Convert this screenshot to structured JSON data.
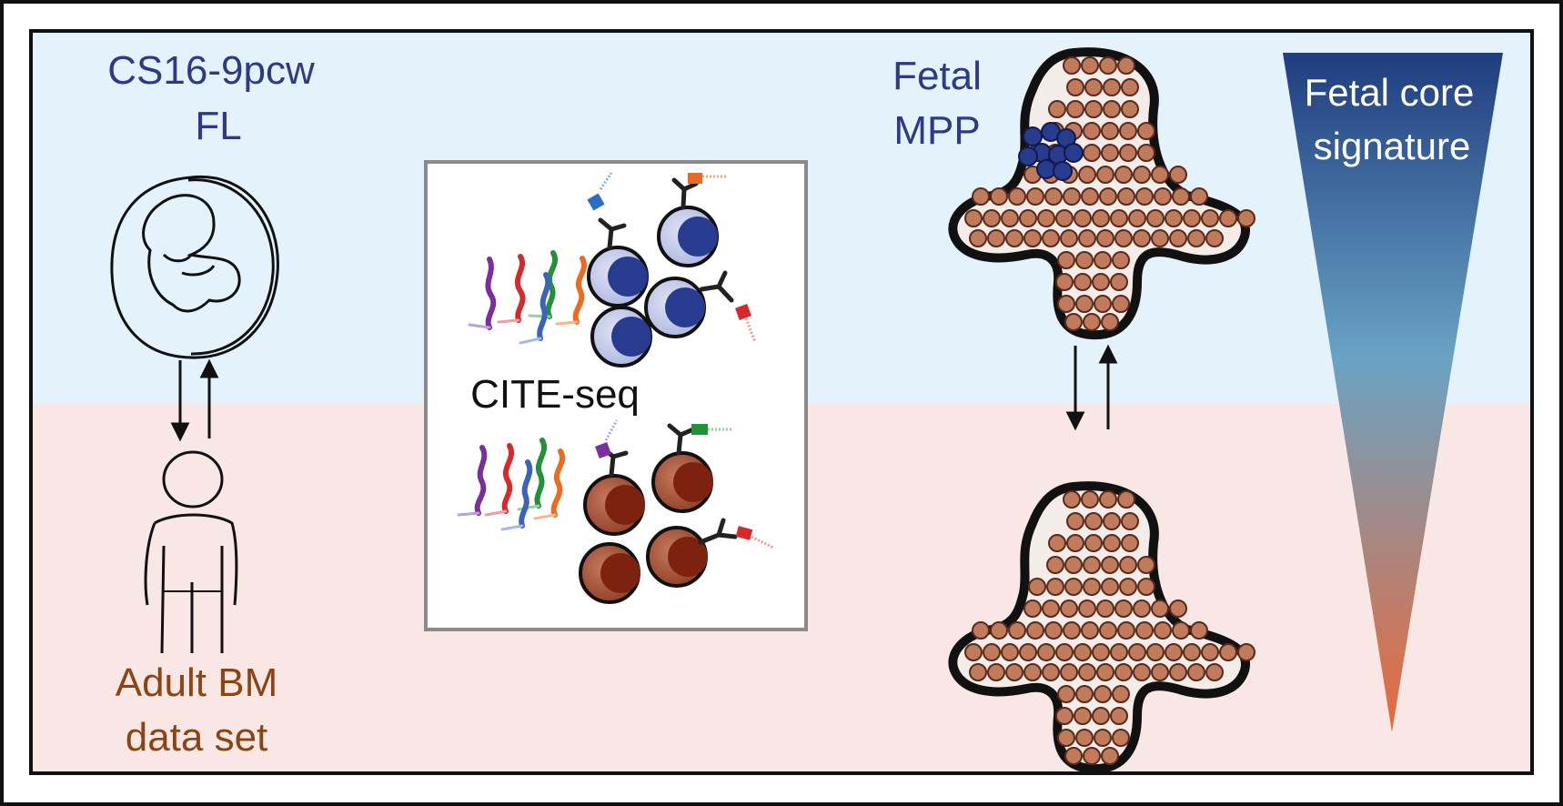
{
  "labels": {
    "fetal_source_line1": "CS16-9pcw",
    "fetal_source_line2": "FL",
    "adult_source_line1": "Adult BM",
    "adult_source_line2": "data set",
    "method": "CITE-seq",
    "fetal_mpp_line1": "Fetal",
    "fetal_mpp_line2": "MPP",
    "signature_line1": "Fetal core",
    "signature_line2": "signature"
  },
  "colors": {
    "fetal_band": "#e3f2fb",
    "adult_band": "#f9e7e6",
    "fetal_text": "#2e3a86",
    "adult_text": "#8b4513",
    "fetal_cell": "#283c8f",
    "fetal_cell_outer": "#b8bfe3",
    "adult_cell": "#8c2b12",
    "adult_cell_outer": "#a0533c",
    "bone_marrow_cell": "#c07a5c",
    "gradient_top": "#1f3d80",
    "gradient_mid": "#6aa3c4",
    "gradient_bottom": "#e9693b"
  },
  "icons": [
    "fetus-icon",
    "adult-person-icon",
    "arrow-down-icon",
    "arrow-up-icon",
    "antibody-icon",
    "rna-strand-icon",
    "bone-marrow-niche-icon"
  ]
}
